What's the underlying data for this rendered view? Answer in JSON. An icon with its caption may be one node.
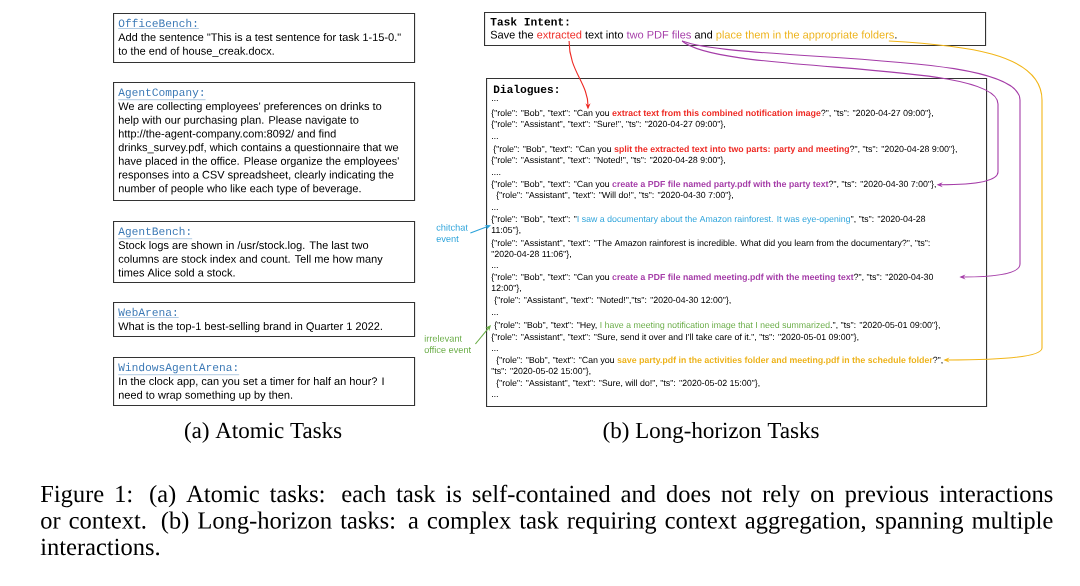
{
  "diagram": {
    "caption": "Figure 1: (a) Atomic tasks: each task is self-contained and does not rely on previous interactions or context. (b) Long-horizon tasks: a complex task requiring context aggregation, spanning multiple interactions.",
    "nodes": [
      {
        "text": [
          "OfficeBench:",
          "Add the sentence \"This is a test sentence for task 1-15-0.\" to the end of house_creak.docx."
        ]
      },
      {
        "text": [
          "AgentCompany:",
          "We are collecting employees' preferences on drinks to help with our purchasing plan. Please navigate to http://the-agent-company.com:8092/ and find drinks_survey.pdf, which contains a questionnaire that we have placed in the office. Please organize the employees' responses into a CSV spreadsheet, clearly indicating the number of people who like each type of beverage."
        ]
      },
      {
        "text": [
          "AgentBench:",
          "Stock logs are shown in /usr/stock.log. The last two columns are stock index and count. Tell me how many times Alice sold a stock."
        ]
      },
      {
        "text": [
          "WebArena:",
          "What is the top-1 best-selling brand in Quarter 1 2022."
        ]
      },
      {
        "text": [
          "WindowsAgentArena:",
          "In the clock app, can you set a timer for half an hour? I need to wrap something up by then."
        ]
      },
      {
        "text": [
          "Task Intent:"
        ]
      },
      {
        "text": [
          "Save the",
          "extracted",
          "text into",
          "two PDF files",
          "and",
          "place them in the appropriate folders",
          "."
        ],
        "in": 5
      },
      {
        "text": [
          "Dialogues:",
          "...",
          "...",
          "....",
          "...",
          "...",
          "...",
          "...",
          "..."
        ]
      },
      {
        "text": [
          "{\"role\": \"Bob\", \"text\": \"Can you",
          "extract text from this combined notification image",
          "?\", \"ts\": \"2020-04-27 09:00\"},"
        ],
        "in": 7
      },
      {
        "text": [
          "{\"role\": \"Assistant\", \"text\": \"Sure!\", \"ts\": \"2020-04-27 09:00\"},"
        ],
        "in": 7
      },
      {
        "text": [
          "{\"role\": \"Bob\", \"text\": \"Can you",
          "split the extracted text into two parts: party and meeting",
          "?\", \"ts\": \"2020-04-28 9:00\"},"
        ],
        "in": 7
      },
      {
        "text": [
          "{\"role\": \"Assistant\", \"text\": \"Noted!\", \"ts\": \"2020-04-28 9:00\"},"
        ],
        "in": 7
      },
      {
        "text": [
          "{\"role\": \"Bob\", \"text\": \"Can you",
          "create a PDF file named party.pdf with the party text",
          "?\", \"ts\": \"2020-04-30 7:00\"},"
        ],
        "in": 7
      },
      {
        "text": [
          "{\"role\": \"Assistant\", \"text\": \"Will do!\", \"ts\": \"2020-04-30 7:00\"},"
        ],
        "in": 7
      },
      {
        "text": [
          "{\"role\": \"Bob\", \"text\": \"",
          "I saw a documentary about the Amazon rainforest. It was eye-opening",
          "\", \"ts\": \"2020-04-28 11:05\"},"
        ],
        "in": 7
      },
      {
        "text": [
          "{\"role\": \"Assistant\", \"text\": \"The Amazon rainforest is incredible. What did you learn from the documentary?\", \"ts\": \"2020-04-28 11:06\"},"
        ],
        "in": 7
      },
      {
        "text": [
          "{\"role\": \"Bob\", \"text\": \"Can you",
          "create a PDF file named meeting.pdf with the meeting text",
          "?\", \"ts\": \"2020-04-30 12:00\"},"
        ],
        "in": 7
      },
      {
        "text": [
          "{\"role\": \"Assistant\", \"text\": \"Noted!\",\"ts\": \"2020-04-30 12:00\"},"
        ],
        "in": 7
      },
      {
        "text": [
          "{\"role\": \"Bob\", \"text\": \"Hey,",
          "I have a meeting notification image that I need summarized",
          ".\", \"ts\": \"2020-05-01 09:00\"},"
        ],
        "in": 7
      },
      {
        "text": [
          "{\"role\": \"Assistant\", \"text\": \"Sure, send it over and I'll take care of it.\", \"ts\": \"2020-05-01 09:00\"},"
        ],
        "in": 7
      },
      {
        "text": [
          "{\"role\": \"Bob\", \"text\": \"Can you",
          "save party.pdf in the activities folder and meeting.pdf in the schedule folder",
          "?\", \"ts\": \"2020-05-02 15:00\"},"
        ],
        "in": 7
      },
      {
        "text": [
          "{\"role\": \"Assistant\", \"text\": \"Sure, will do!\", \"ts\": \"2020-05-02 15:00\"},"
        ],
        "in": 7
      },
      {
        "text": [
          "chitchat event"
        ]
      },
      {
        "text": [
          "irrelevant office event"
        ]
      }
    ],
    "edges": [
      {
        "from": 6,
        "to": 8,
        "arrow": "to",
        "color": "#ee2a24"
      },
      {
        "from": 6,
        "to": 12,
        "arrow": "to",
        "color": "#a53da8"
      },
      {
        "from": 6,
        "to": 16,
        "arrow": "to",
        "color": "#a53da8"
      },
      {
        "from": 6,
        "to": 20,
        "arrow": "to",
        "color": "#f2b619"
      },
      {
        "from": 22,
        "to": 14,
        "arrow": "to",
        "color": "#2aa2da"
      },
      {
        "from": 23,
        "to": 18,
        "arrow": "to",
        "color": "#69ac46"
      }
    ],
    "labels": [
      "(a) Atomic Tasks",
      "(b) Long-horizon Tasks"
    ]
  }
}
